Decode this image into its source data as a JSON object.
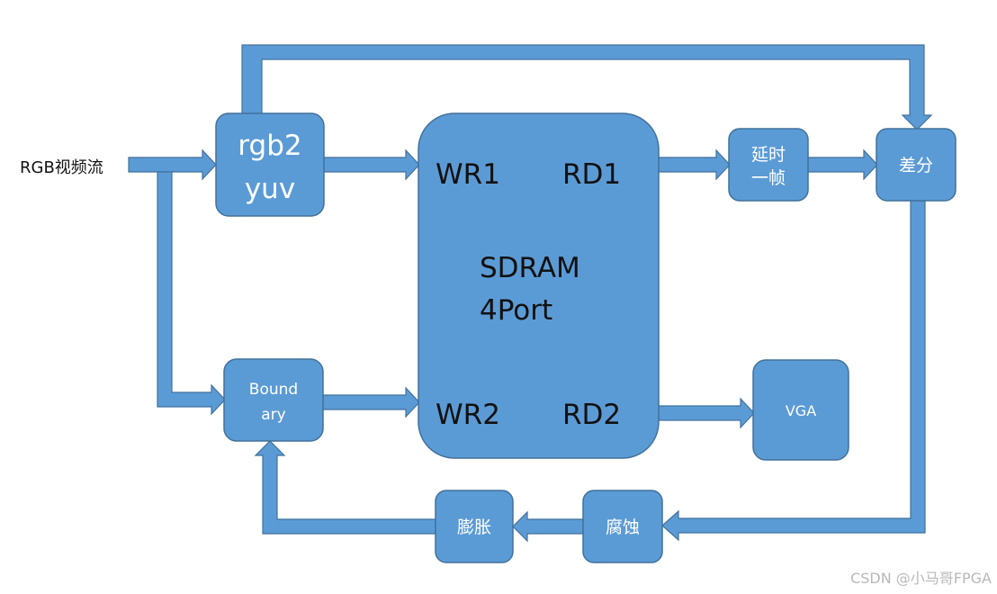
{
  "input_label": "RGB视频流",
  "blocks": {
    "rgb2yuv": {
      "line1": "rgb2",
      "line2": "yuv"
    },
    "sdram": {
      "wr1": "WR1",
      "rd1": "RD1",
      "title1": "SDRAM",
      "title2": "4Port",
      "wr2": "WR2",
      "rd2": "RD2"
    },
    "delay": {
      "line1": "延时",
      "line2": "一帧"
    },
    "diff": {
      "label": "差分"
    },
    "boundary": {
      "line1": "Bound",
      "line2": "ary"
    },
    "vga": {
      "label": "VGA"
    },
    "dilate": {
      "label": "膨胀"
    },
    "erode": {
      "label": "腐蚀"
    }
  },
  "watermark": "CSDN @小马哥FPGA",
  "colors": {
    "block_fill": "#5b9bd5",
    "block_stroke": "#41719c",
    "arrow_fill": "#5b9bd5",
    "arrow_stroke": "#41719c"
  }
}
